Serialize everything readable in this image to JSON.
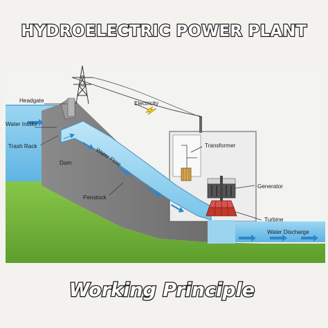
{
  "title": "HYDROELECTRIC POWER PLANT",
  "subtitle": "Working Principle",
  "labels": {
    "headgate": "Headgate",
    "water_intake": "Water Intake",
    "trash_rack": "Trash Rack",
    "dam": "Dam",
    "water_flow": "Water Flow",
    "penstock": "Penstock",
    "electricity": "Electricity",
    "transformer": "Transformer",
    "generator": "Generator",
    "turbine": "Turbine",
    "water_discharge": "Water Discharge"
  },
  "colors": {
    "sky": "#f3f3f1",
    "water": "#7ec9ec",
    "water_deep": "#4aa8dc",
    "ground": "#74b73c",
    "dam": "#7a7a7a",
    "building": "#ececec",
    "arrow": "#2f86c8",
    "turbine": "#c0392b"
  },
  "icons": [
    "lightning-bolt-icon",
    "transmission-tower-icon",
    "transformer-icon",
    "generator-icon",
    "turbine-icon"
  ]
}
